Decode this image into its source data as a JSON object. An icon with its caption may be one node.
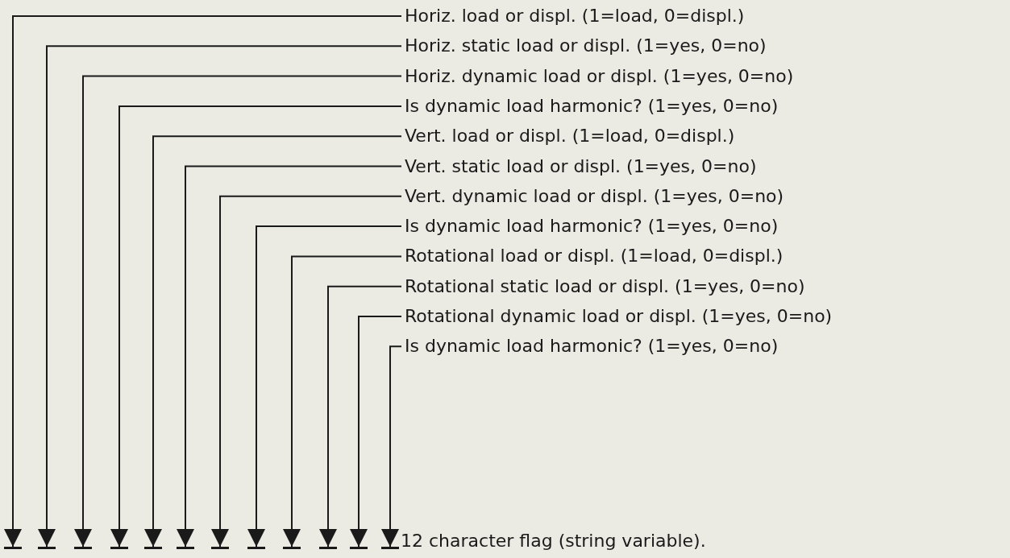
{
  "diagram": {
    "nodes": [
      {
        "text": [
          "Horiz. load or displ. (1=load, 0=displ.)"
        ]
      },
      {
        "text": [
          "Horiz. static load or displ. (1=yes, 0=no)"
        ]
      },
      {
        "text": [
          "Horiz. dynamic load or displ. (1=yes, 0=no)"
        ]
      },
      {
        "text": [
          "Is dynamic load harmonic? (1=yes, 0=no)"
        ]
      },
      {
        "text": [
          "Vert. load or displ. (1=load, 0=displ.)"
        ]
      },
      {
        "text": [
          "Vert. static load or displ. (1=yes, 0=no)"
        ]
      },
      {
        "text": [
          "Vert. dynamic load or displ. (1=yes, 0=no)"
        ]
      },
      {
        "text": [
          "Is dynamic load harmonic? (1=yes, 0=no)"
        ]
      },
      {
        "text": [
          "Rotational load or displ. (1=load, 0=displ.)"
        ]
      },
      {
        "text": [
          "Rotational static load or displ. (1=yes, 0=no)"
        ]
      },
      {
        "text": [
          "Rotational dynamic load or displ. (1=yes, 0=no)"
        ]
      },
      {
        "text": [
          "Is dynamic load harmonic? (1=yes, 0=no)"
        ]
      },
      {
        "text": [],
        "shape": "bar"
      },
      {
        "text": [],
        "shape": "bar"
      },
      {
        "text": [],
        "shape": "bar"
      },
      {
        "text": [],
        "shape": "bar"
      },
      {
        "text": [],
        "shape": "bar"
      },
      {
        "text": [],
        "shape": "bar"
      },
      {
        "text": [],
        "shape": "bar"
      },
      {
        "text": [],
        "shape": "bar"
      },
      {
        "text": [],
        "shape": "bar"
      },
      {
        "text": [],
        "shape": "bar"
      },
      {
        "text": [],
        "shape": "bar"
      },
      {
        "text": [],
        "shape": "bar"
      }
    ],
    "edges": [
      {
        "from": 0,
        "to": 12,
        "arrow": "to"
      },
      {
        "from": 1,
        "to": 13,
        "arrow": "to"
      },
      {
        "from": 2,
        "to": 14,
        "arrow": "to"
      },
      {
        "from": 3,
        "to": 15,
        "arrow": "to"
      },
      {
        "from": 4,
        "to": 16,
        "arrow": "to"
      },
      {
        "from": 5,
        "to": 17,
        "arrow": "to"
      },
      {
        "from": 6,
        "to": 18,
        "arrow": "to"
      },
      {
        "from": 7,
        "to": 19,
        "arrow": "to"
      },
      {
        "from": 8,
        "to": 20,
        "arrow": "to"
      },
      {
        "from": 9,
        "to": 21,
        "arrow": "to"
      },
      {
        "from": 10,
        "to": 22,
        "arrow": "to"
      },
      {
        "from": 11,
        "to": 23,
        "arrow": "to"
      }
    ],
    "labels": [
      "12 character flag (string variable)."
    ]
  }
}
